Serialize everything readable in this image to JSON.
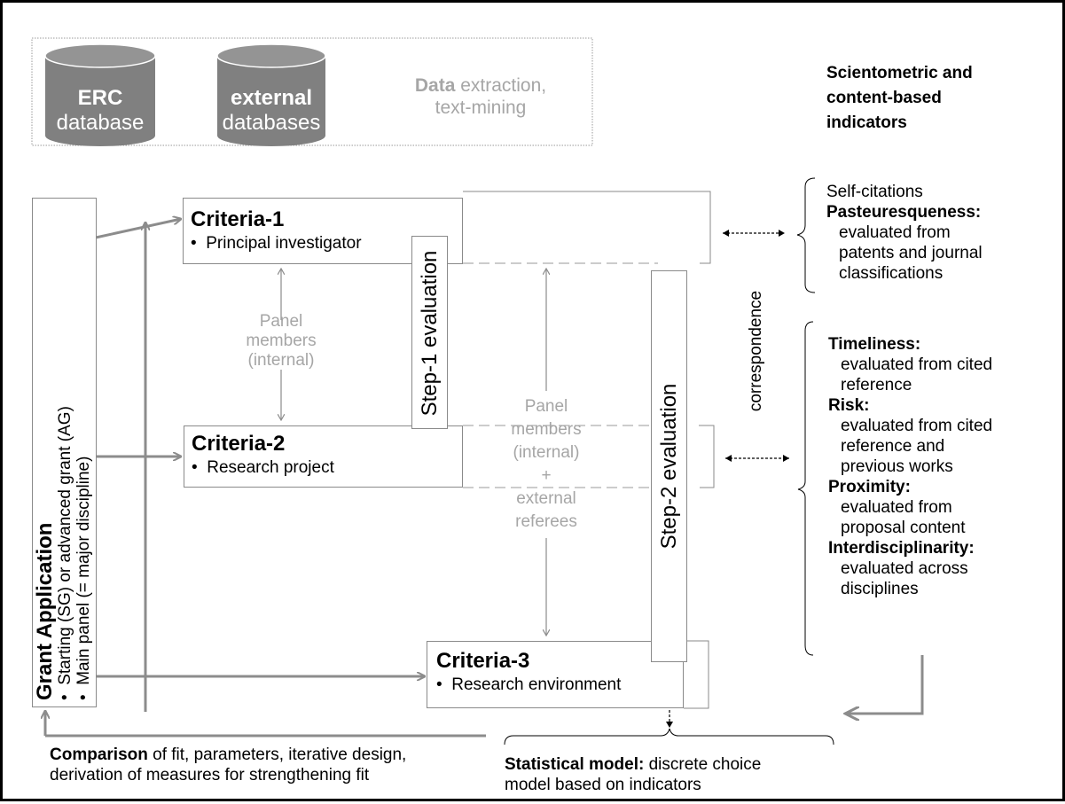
{
  "data_section": {
    "erc_db": {
      "bold": "ERC",
      "rest": "database"
    },
    "external_db": {
      "bold": "external",
      "rest": "databases"
    },
    "extraction": {
      "bold": "Data",
      "rest1": " extraction,",
      "rest2": "text-mining"
    }
  },
  "indicators_header": {
    "line1": "Scientometric and",
    "line2": "content-based",
    "line3": "indicators"
  },
  "grant_application": {
    "title": "Grant Application",
    "bullet1": "Starting (SG) or advanced grant (AG)",
    "bullet2": "Main panel (= major discipline)"
  },
  "criteria": [
    {
      "title": "Criteria-1",
      "item": "Principal investigator"
    },
    {
      "title": "Criteria-2",
      "item": "Research project"
    },
    {
      "title": "Criteria-3",
      "item": "Research environment"
    }
  ],
  "bullet_char": "•",
  "step1": "Step-1 evaluation",
  "step2": "Step-2 evaluation",
  "panel_internal": {
    "line1": "Panel",
    "line2": "members",
    "line3": "(internal)"
  },
  "panel_external": {
    "line1": "Panel",
    "line2": "members",
    "line3": "(internal)",
    "line4": "+",
    "line5": "external",
    "line6": "referees"
  },
  "correspondence": "correspondence",
  "self_group": {
    "self_citations": "Self-citations",
    "pasteur_title": "Pasteuresqueness:",
    "pasteur_l1": "evaluated from",
    "pasteur_l2": "patents and journal",
    "pasteur_l3": "classifications"
  },
  "indicator_group": {
    "timeliness_title": "Timeliness:",
    "timeliness_l1": "evaluated from cited",
    "timeliness_l2": "reference",
    "risk_title": "Risk:",
    "risk_l1": "evaluated from cited",
    "risk_l2": "reference and",
    "risk_l3": "previous works",
    "proximity_title": "Proximity:",
    "proximity_l1": "evaluated from",
    "proximity_l2": "proposal content",
    "inter_title": "Interdisciplinarity:",
    "inter_l1": "evaluated across",
    "inter_l2": "disciplines"
  },
  "comparison": {
    "bold": "Comparison",
    "rest1": " of fit, parameters, iterative design,",
    "line2": "derivation of measures for strengthening fit"
  },
  "statistical": {
    "bold": "Statistical model:",
    "rest1": " discrete choice",
    "line2": "model based on indicators"
  },
  "colors": {
    "arrow": "#8c8c8c",
    "db_fill": "#808080",
    "db_top": "#949494",
    "gray_text": "#a6a6a6"
  }
}
